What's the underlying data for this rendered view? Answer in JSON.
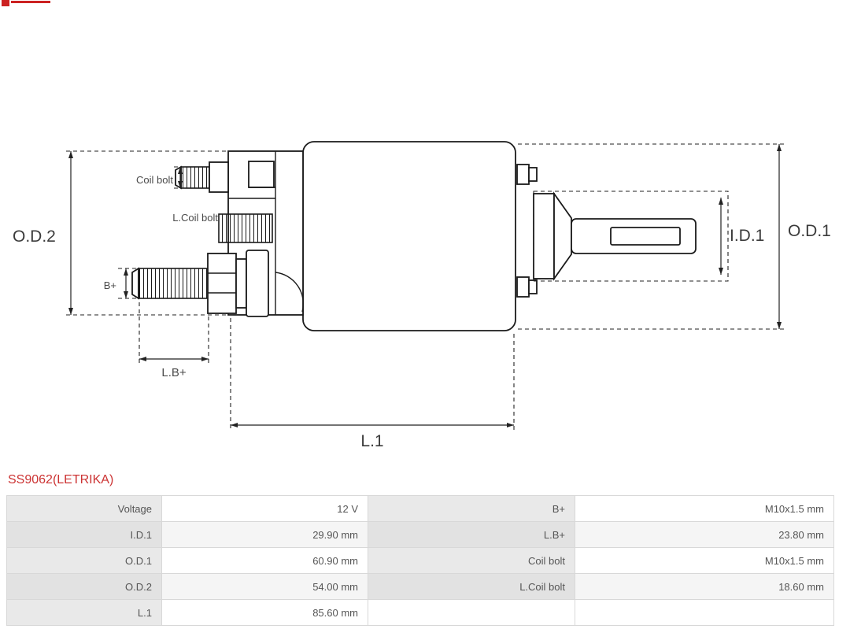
{
  "part_title": "SS9062(LETRIKA)",
  "diagram": {
    "labels": {
      "coil_bolt": "Coil bolt",
      "l_coil_bolt": "L.Coil bolt",
      "b_plus": "B+",
      "l_b_plus": "L.B+",
      "od2": "O.D.2",
      "od1": "O.D.1",
      "id1": "I.D.1",
      "l1": "L.1"
    }
  },
  "spec_table": {
    "rows": [
      {
        "label1": "Voltage",
        "value1": "12 V",
        "label2": "B+",
        "value2": "M10x1.5 mm"
      },
      {
        "label1": "I.D.1",
        "value1": "29.90 mm",
        "label2": "L.B+",
        "value2": "23.80 mm"
      },
      {
        "label1": "O.D.1",
        "value1": "60.90 mm",
        "label2": "Coil bolt",
        "value2": "M10x1.5 mm"
      },
      {
        "label1": "O.D.2",
        "value1": "54.00 mm",
        "label2": "L.Coil bolt",
        "value2": "18.60 mm"
      },
      {
        "label1": "L.1",
        "value1": "85.60 mm",
        "label2": "",
        "value2": ""
      }
    ]
  },
  "colors": {
    "title_red": "#cc3333",
    "logo_red": "#cc2222",
    "line_black": "#1a1a1a",
    "label_cell_bg": "#e9e9e9",
    "alt_row_bg": "#f5f5f5",
    "table_text": "#555555"
  }
}
